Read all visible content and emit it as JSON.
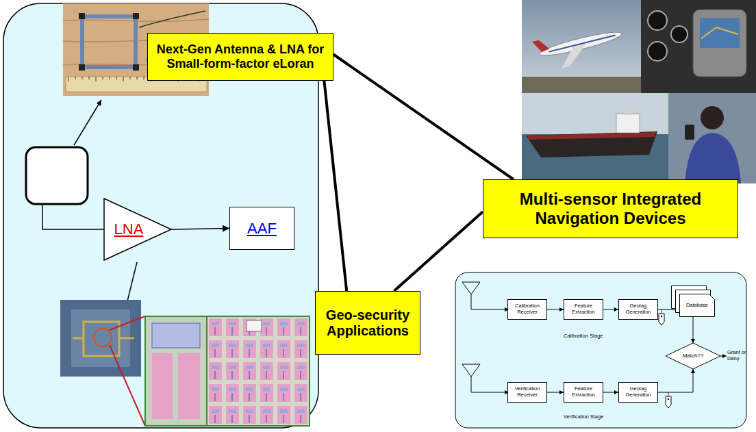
{
  "diagram": {
    "nodes": [
      {
        "text": [
          "Next-Gen Antenna & LNA for Small-form-factor eLoran"
        ]
      },
      {
        "text": [
          "LNA"
        ]
      },
      {
        "text": [
          "AAF"
        ]
      },
      {
        "text": [
          "Multi-sensor Integrated Navigation Devices"
        ]
      },
      {
        "text": [
          "Geo-security Applications"
        ]
      },
      {
        "text": [
          "Calibration Receiver"
        ]
      },
      {
        "text": [
          "Feature Extraction"
        ]
      },
      {
        "text": [
          "Geotag Generation"
        ]
      },
      {
        "text": [
          "Database"
        ]
      },
      {
        "text": [
          "Match??"
        ]
      },
      {
        "text": [
          "Verification Receiver"
        ]
      },
      {
        "text": [
          "Feature Extraction"
        ]
      },
      {
        "text": [
          "Geotag Generation"
        ]
      }
    ],
    "edges": [
      {
        "from": 0,
        "to": 3,
        "arrow": "none"
      },
      {
        "from": 0,
        "to": 4,
        "arrow": "none"
      },
      {
        "from": 4,
        "to": 3,
        "arrow": "none"
      },
      {
        "from": 1,
        "to": 2,
        "arrow": "to"
      },
      {
        "from": 5,
        "to": 6,
        "arrow": "to"
      },
      {
        "from": 6,
        "to": 7,
        "arrow": "to"
      },
      {
        "from": 7,
        "to": 8,
        "arrow": "to"
      },
      {
        "from": 8,
        "to": 9,
        "arrow": "to"
      },
      {
        "from": 10,
        "to": 11,
        "arrow": "to"
      },
      {
        "from": 11,
        "to": 12,
        "arrow": "to"
      },
      {
        "from": 12,
        "to": 9,
        "arrow": "to"
      }
    ],
    "labels": [
      "Calibration Stage",
      "Verification Stage",
      "Grant or Deny"
    ]
  }
}
